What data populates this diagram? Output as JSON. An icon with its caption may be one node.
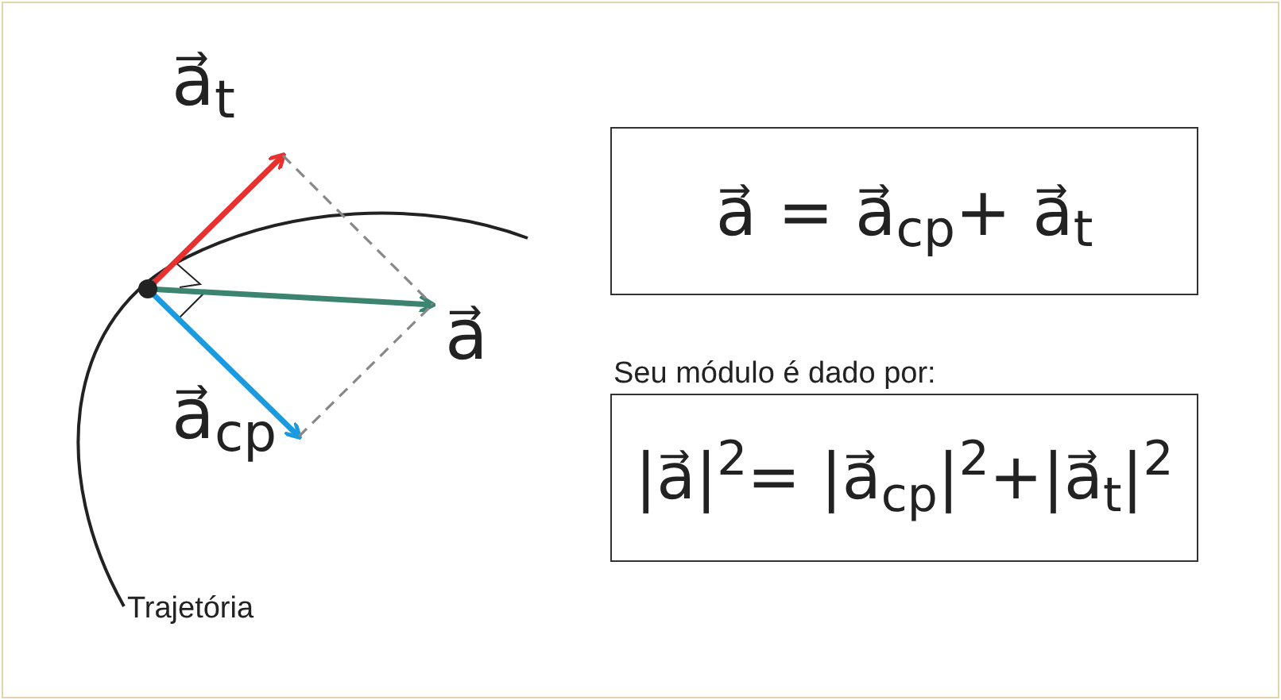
{
  "diagram": {
    "nodes": [
      {
        "text": [],
        "shape": "circle"
      },
      {
        "text": [
          "a⃗$_{t}$"
        ]
      },
      {
        "text": [
          "a⃗"
        ]
      },
      {
        "text": [
          "a⃗$_{cp}$"
        ]
      },
      {
        "text": [
          "a⃗ = a⃗$_{cp}$+ a⃗$_{t}$"
        ]
      },
      {
        "text": [
          "|a⃗|$^{2}$= |a⃗$_{cp}$|$^{2}$+|a⃗$_{t}$|$^{2}$"
        ]
      }
    ],
    "edges": [
      {
        "from": 0,
        "to": 1,
        "arrow": "to",
        "color": "#e8312f"
      },
      {
        "from": 0,
        "to": 2,
        "arrow": "to",
        "color": "#3d8470"
      },
      {
        "from": 0,
        "to": 3,
        "arrow": "to",
        "color": "#1a9be0"
      },
      {
        "from": 1,
        "to": 2,
        "arrow": "none",
        "style": "dashed",
        "color": "#888888"
      },
      {
        "from": 3,
        "to": 2,
        "arrow": "none",
        "style": "dashed",
        "color": "#888888"
      }
    ],
    "labels": [
      "Seu módulo é dado por:",
      "Trajetória"
    ]
  }
}
